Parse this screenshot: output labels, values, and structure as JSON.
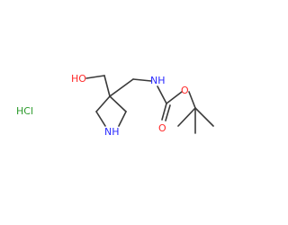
{
  "molecule": {
    "salt_label": "HCl",
    "hydroxyl_label": "HO",
    "amine_nh_label": "NH",
    "ring_nh_label": "NH",
    "carbonyl_o_label": "O",
    "ester_o_label": "O"
  },
  "colors": {
    "bond": "#3a3a3a",
    "nitrogen": "#2a2aff",
    "oxygen": "#ff2a2a",
    "salt": "#2a9a2a"
  }
}
